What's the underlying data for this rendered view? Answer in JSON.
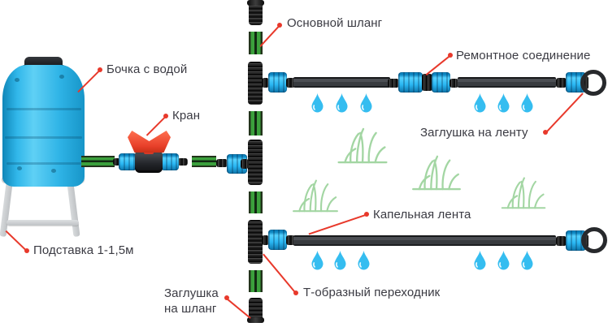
{
  "diagram": {
    "type": "drip-irrigation-scheme",
    "labels": {
      "main_hose": "Основной шланг",
      "barrel": "Бочка с водой",
      "tap": "Кран",
      "repair_coupling": "Ремонтное соединение",
      "tape_plug": "Заглушка на ленту",
      "drip_tape": "Капельная лента",
      "stand": "Подставка 1-1,5м",
      "hose_plug_line1": "Заглушка",
      "hose_plug_line2": "на шланг",
      "tee_adapter": "Т-образный переходник"
    },
    "colors": {
      "accent_red": "#e8392b",
      "text_color": "#3b3b43",
      "barrel_blue": "#2eb6e9",
      "fitting_blue": "#29b6f2",
      "hose_green": "#3ba03c",
      "tape_gray": "#3a3e42",
      "drop_blue": "#35bdf0",
      "grass_green": "#a3d6a3",
      "stand_gray": "#cdd0d2"
    },
    "scene": {
      "drop_rows": 2,
      "drops_per_row": 6,
      "grass_tufts": 4,
      "tee_connectors": 3,
      "drip_lines": 2
    }
  }
}
